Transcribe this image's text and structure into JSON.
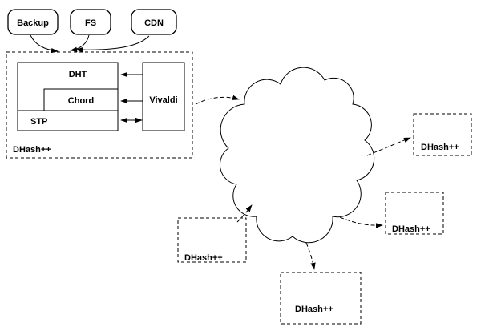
{
  "diagram": {
    "apps": {
      "backup": "Backup",
      "fs": "FS",
      "cdn": "CDN"
    },
    "main_node": {
      "dht": "DHT",
      "chord": "Chord",
      "stp": "STP",
      "vivaldi": "Vivaldi",
      "label": "DHash++"
    },
    "remote_nodes": {
      "right": "DHash++",
      "lower_right": "DHash++",
      "bottom": "DHash++",
      "left": "DHash++"
    },
    "colors": {
      "stroke": "#000000",
      "background": "#ffffff"
    }
  }
}
